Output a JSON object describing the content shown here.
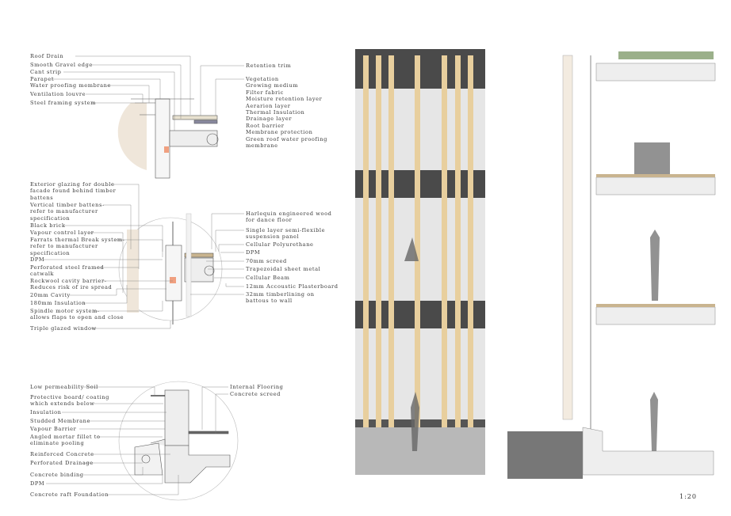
{
  "scale": "1:20",
  "roof_detail": {
    "left_labels": [
      "Roof Drain",
      "Smooth Gravel edge",
      "Cant strip",
      "Parapet",
      "Water proofing membrane",
      "Ventilation louvre",
      "Steel framing system"
    ],
    "right_labels": [
      "Retention trim",
      "Vegetation\nGrowing medium\nFilter fabric\nMoisture retention layer\nAerarion layer\nThermal Insulation\nDrainage layer\nRoot barrier\nMembrane protection\nGreen roof water proofing\nmembrane"
    ]
  },
  "floor_detail": {
    "left_labels": [
      "Exterior glazing for double\nfacade found behind timber\nbattens",
      "Vertical timber battens-\nrefer to manufacturer\nspecification",
      "Black brick",
      "Vapour control layer",
      "Farrats thermal Break system-\nrefer to manufacturer\nspecification",
      "DPM",
      "Perforated steel framed\ncatwalk",
      "Rockwool cavity barrier-\nReduces risk of ire spread",
      "20mm Cavity",
      "180mm Insulation",
      "Spindle motor system-\nallows flaps to open and close",
      "Triple glazed window"
    ],
    "right_labels": [
      "Harlequin engineered wood\nfor dance floor",
      "Single layer semi-flexible\nsuspension panel",
      "Cellular Polyurethane",
      "DPM",
      "70mm screed",
      "Trapezoidal sheet metal",
      "Cellular Beam",
      "12mm Accoustic Plasterboard",
      "32mm timberlining on\nbattous to wall"
    ]
  },
  "foundation_detail": {
    "left_labels": [
      "Low permeability Soil",
      "Protective board/ coating\nwhich extends below",
      "Insulation",
      "Studded Membrane",
      "Vapour Barrier",
      "Angled mortar fillet to\neliminate pooling",
      "Reinforced Concrete",
      "Perforated Drainage",
      "Concrete binding",
      "DPM",
      "Concrete raft Foundation"
    ],
    "right_labels": [
      "Internal Flooring",
      "Concrete screed"
    ]
  },
  "colors": {
    "timber": "#e8cf9e",
    "brick": "#4a4a4a",
    "insulation": "#f0a080",
    "line": "#555555"
  }
}
